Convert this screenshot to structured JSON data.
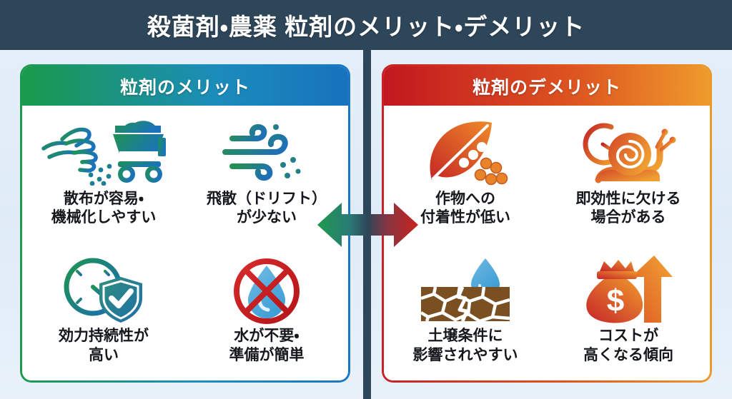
{
  "header": {
    "title": "殺菌剤・農薬 粒剤のメリット・デメリット"
  },
  "colors": {
    "background": "#dfebf7",
    "header_bar": "#2e4659",
    "divider": "#2e4659",
    "merit_gradient_start": "#1a9a4c",
    "merit_gradient_end": "#1872bd",
    "demerit_gradient_start": "#c2181f",
    "demerit_gradient_end": "#ef9b2c",
    "arrow_left": "#1f9a4f",
    "arrow_center": "#2e4659",
    "arrow_right": "#c8231f",
    "water_blue": "#5aaede",
    "soil_brown": "#7a4f21",
    "prohibit_red": "#cf2027"
  },
  "panels": [
    {
      "id": "merit",
      "title": "粒剤のメリット",
      "items": [
        {
          "icon": "hand-spreading-granules-and-spreader-cart-icon",
          "label": "散布が容易・\n機械化しやすい"
        },
        {
          "icon": "wind-drift-icon",
          "label": "飛散（ドリフト）\nが少ない"
        },
        {
          "icon": "clock-with-shield-check-icon",
          "label": "効力持続性が\n高い"
        },
        {
          "icon": "no-water-droplet-icon",
          "label": "水が不要・\n準備が簡単"
        }
      ]
    },
    {
      "id": "demerit",
      "title": "粒剤のデメリット",
      "items": [
        {
          "icon": "leaf-with-falling-granules-icon",
          "label": "作物への\n付着性が低い"
        },
        {
          "icon": "snail-with-clock-icon",
          "label": "即効性に欠ける\n場合がある"
        },
        {
          "icon": "cracked-soil-with-droplet-icon",
          "label": "土壌条件に\n影響されやすい"
        },
        {
          "icon": "money-bag-with-up-arrow-icon",
          "label": "コストが\n高くなる傾向"
        }
      ]
    }
  ],
  "center": {
    "arrow": "double-headed-arrow"
  }
}
